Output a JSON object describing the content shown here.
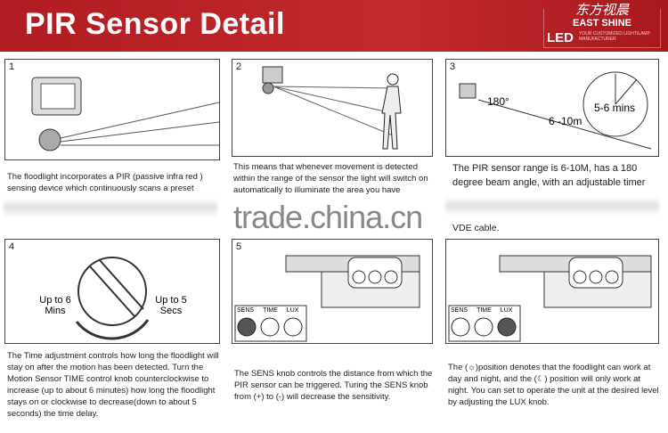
{
  "header": {
    "title": "PIR Sensor Detail",
    "brand_cn": "东方视晨",
    "brand": "EAST SHINE",
    "brand_led": "LED",
    "brand_tagline": "YOUR CUSTOMIZED LIGHT/LAMP MANUFACTURER",
    "color": "#b51f24"
  },
  "watermark": "trade.china.cn",
  "panels": [
    {
      "num": "1",
      "text": "The floodlight incorporates a PIR (passive infra red ) sensing device which continuously scans a preset"
    },
    {
      "num": "2",
      "text": "This means that whenever movement is detected within the range of the sensor the light will switch on automatically to illuminate the area you have"
    },
    {
      "num": "3",
      "angle": "180°",
      "range": "6 -10m",
      "time": "5-6 mins",
      "text": "The PIR sensor range is 6-10M, has a 180 degree beam angle, with an adjustable timer",
      "text2": "VDE cable."
    },
    {
      "num": "4",
      "left": "Up to 6 Mins",
      "right": "Up to 5 Secs",
      "text": "The Time adjustment controls how long the floodlight will stay on after the motion has been detected. Turn the Motion Sensor TIME control knob counterclockwise to increase (up to about 6 minutes) how long the floodlight stays on or clockwise to decrease(down to about 5 seconds) the time delay."
    },
    {
      "num": "5",
      "knobs": [
        "SENS",
        "TIME",
        "LUX"
      ],
      "text": "The SENS knob controls the distance from which the PIR sensor can be triggered. Turing the SENS knob from (+) to (-) will decrease the sensitivity."
    },
    {
      "knobs": [
        "SENS",
        "TIME",
        "LUX"
      ],
      "text": "The (☼)position denotes that the foodlight can work at day and night, and the (☾) position will only work at night. You can set to operate the unit at the desired level by adjusting the LUX knob."
    }
  ]
}
